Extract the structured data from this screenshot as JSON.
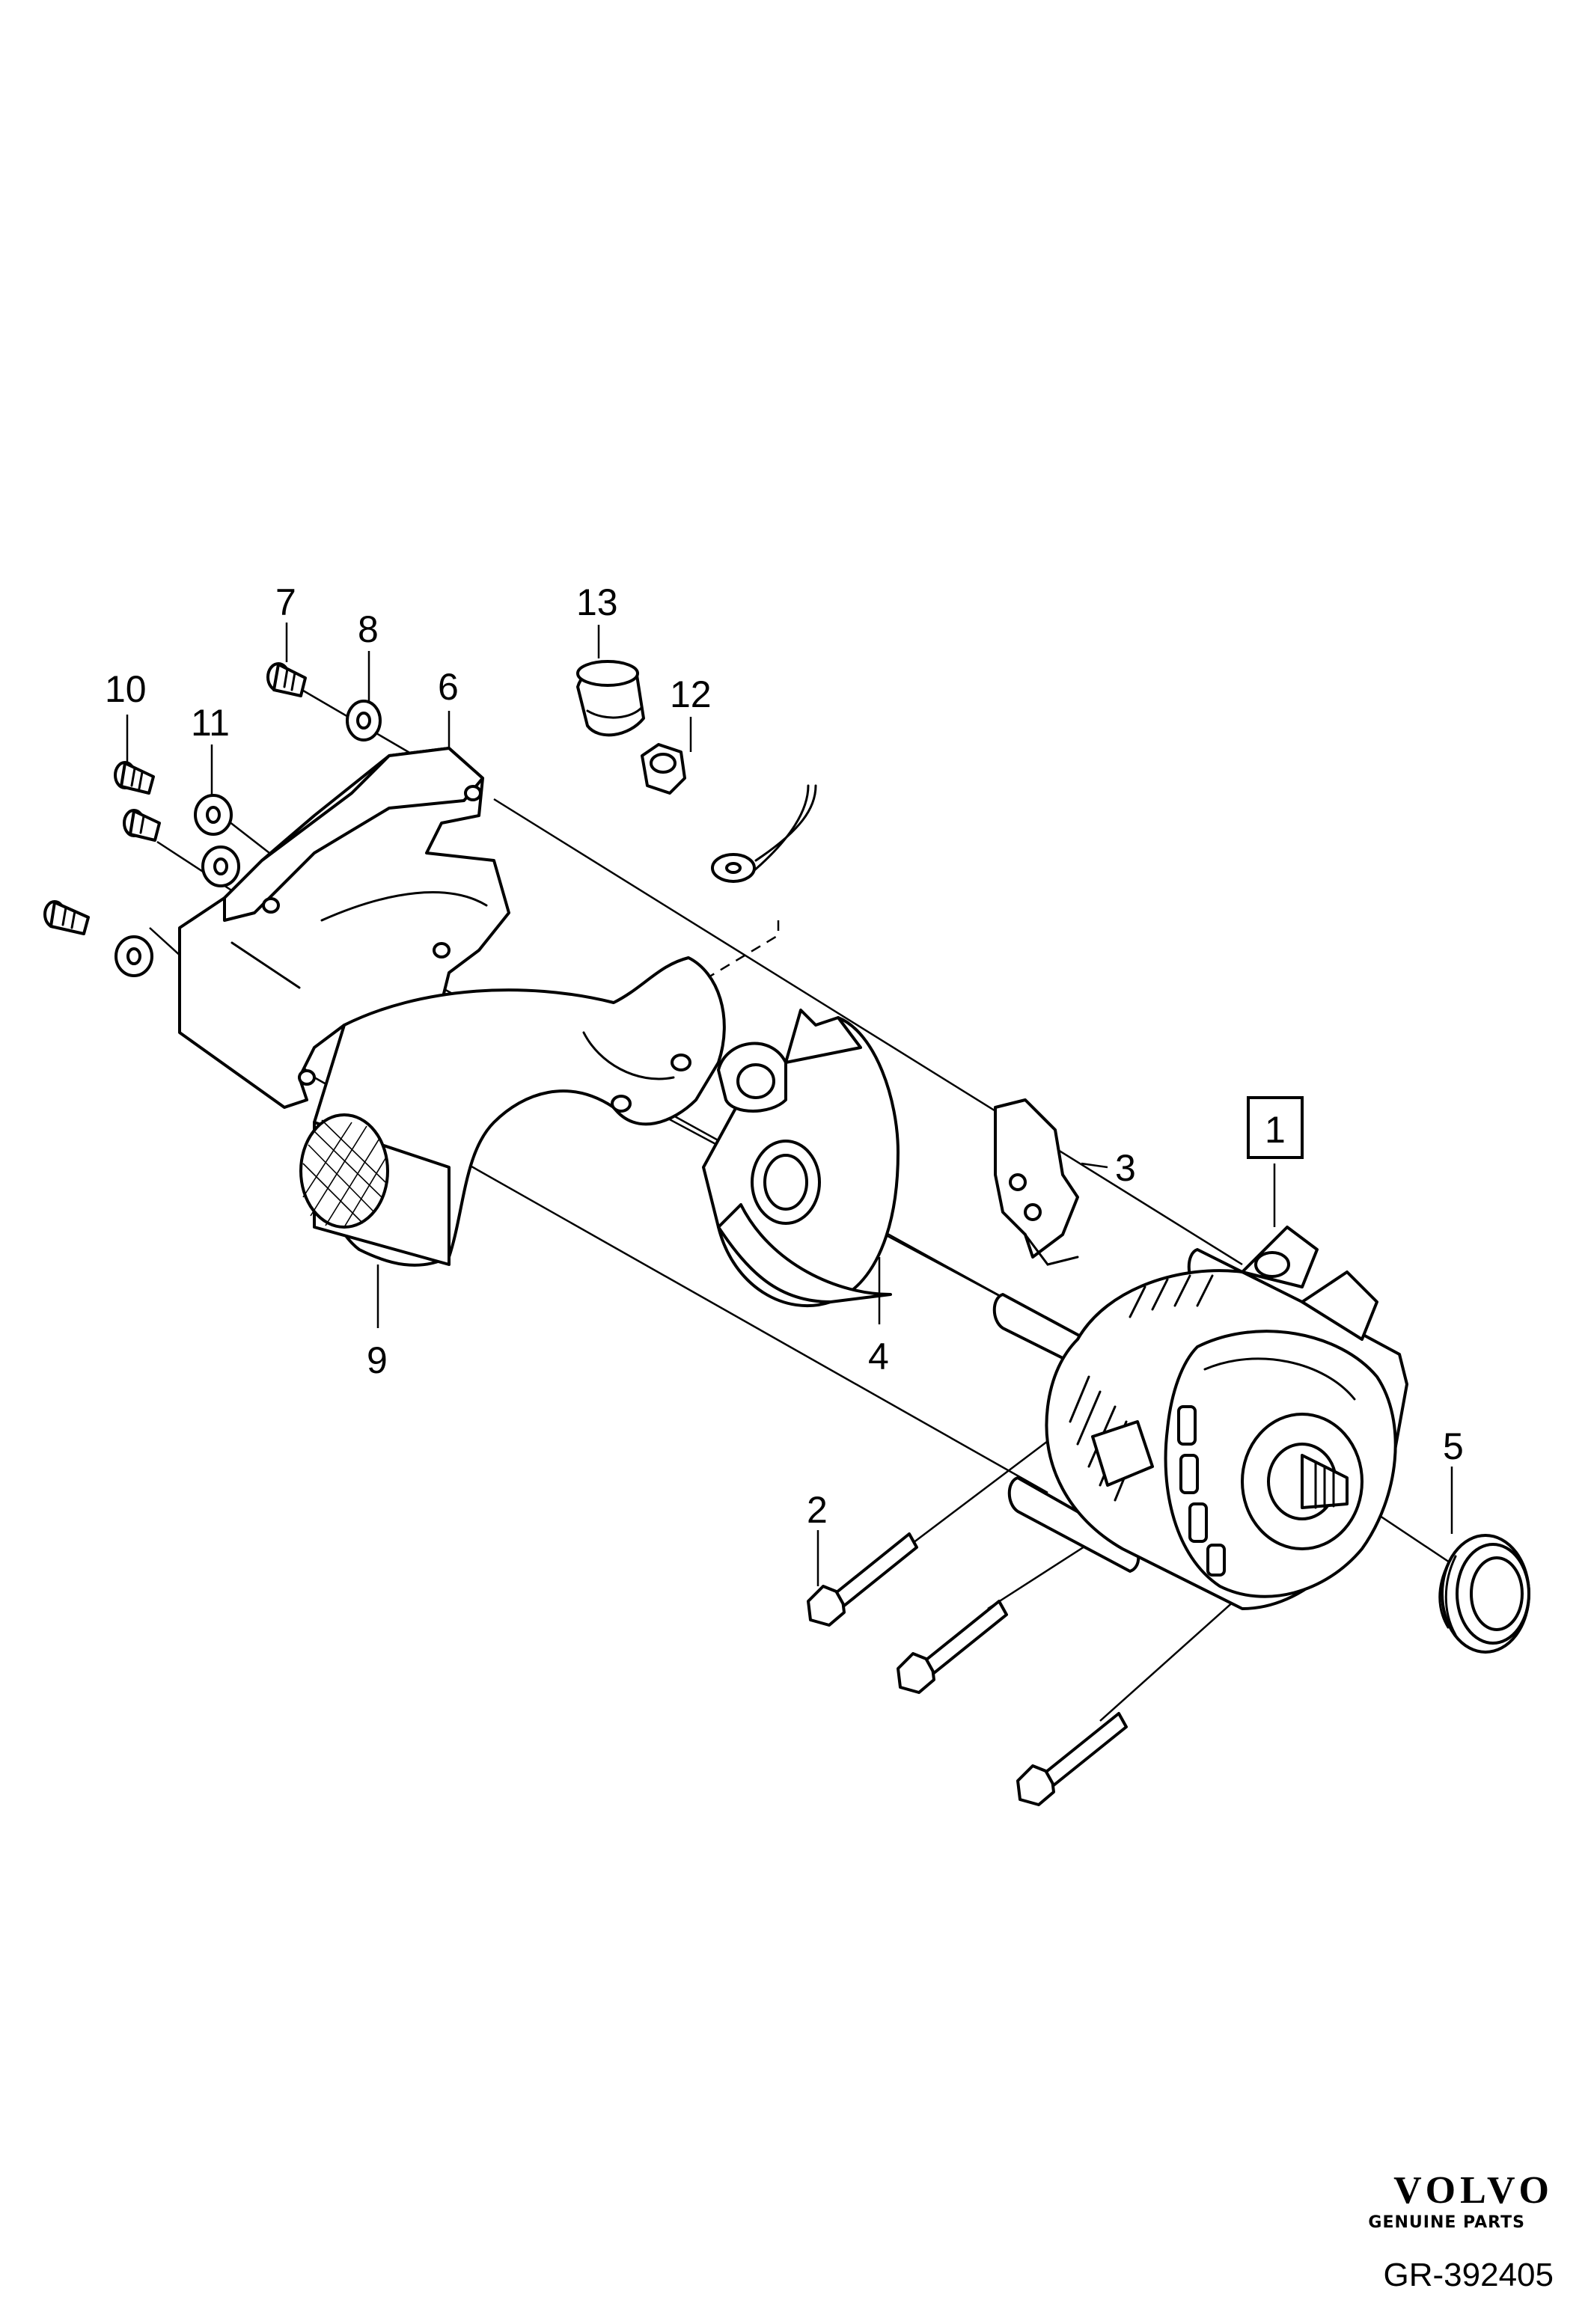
{
  "diagram": {
    "callouts": {
      "c1": "1",
      "c2": "2",
      "c3": "3",
      "c4": "4",
      "c5": "5",
      "c6": "6",
      "c7": "7",
      "c8": "8",
      "c9": "9",
      "c10": "10",
      "c11": "11",
      "c12": "12",
      "c13": "13"
    }
  },
  "brand": {
    "logo": "VOLVO",
    "tagline": "GENUINE PARTS",
    "reference": "GR-392405"
  },
  "colors": {
    "line": "#000000",
    "background": "#ffffff"
  }
}
